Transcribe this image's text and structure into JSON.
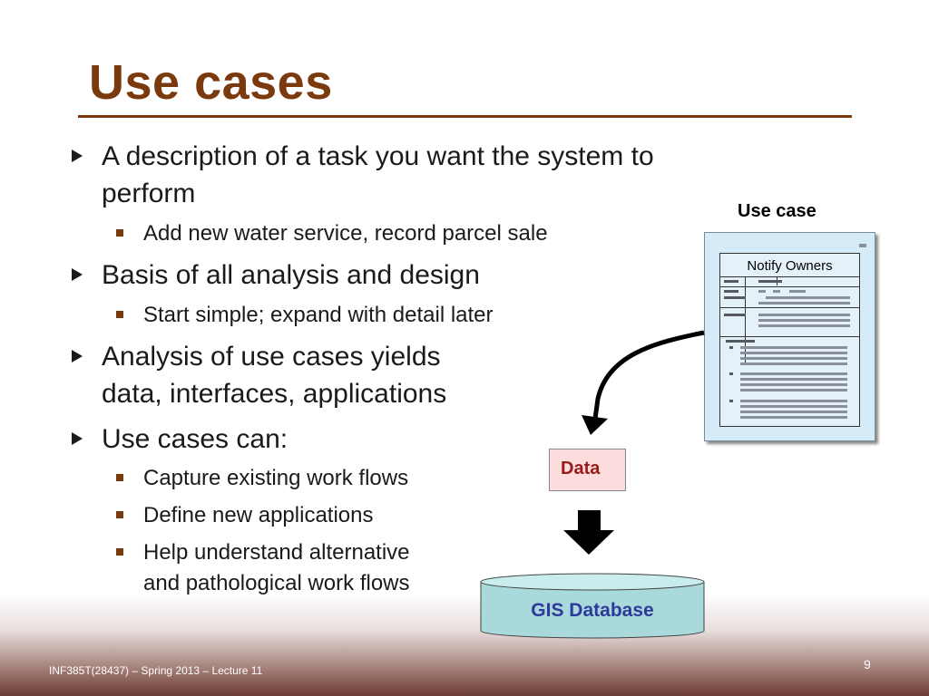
{
  "slide": {
    "title": "Use cases",
    "bullets": [
      {
        "line1": "A description of a task you want the system to",
        "line2": "perform"
      },
      {
        "line1": "Basis of all analysis and design"
      },
      {
        "line1": "Analysis of use cases yields",
        "line2": "data, interfaces, applications"
      },
      {
        "line1": "Use cases can:"
      }
    ],
    "subbullets": [
      {
        "line1": "Add new water service, record parcel sale"
      },
      {
        "line1": "Start simple; expand with detail later"
      },
      {
        "line1": "Capture existing work flows"
      },
      {
        "line1": "Define new applications"
      },
      {
        "line1": "Help understand alternative",
        "line2": "and pathological work flows"
      }
    ],
    "footer": "INF385T(28437) – Spring 2013 – Lecture 11",
    "page_number": "9"
  },
  "diagram": {
    "use_case_label": "Use case",
    "document_title": "Notify Owners",
    "data_label": "Data",
    "database_label": "GIS Database"
  },
  "colors": {
    "title": "#7b3a0e",
    "document_fill": "#d6ebf8",
    "data_fill": "#fcdcdc",
    "database_fill": "#a9d9da"
  }
}
